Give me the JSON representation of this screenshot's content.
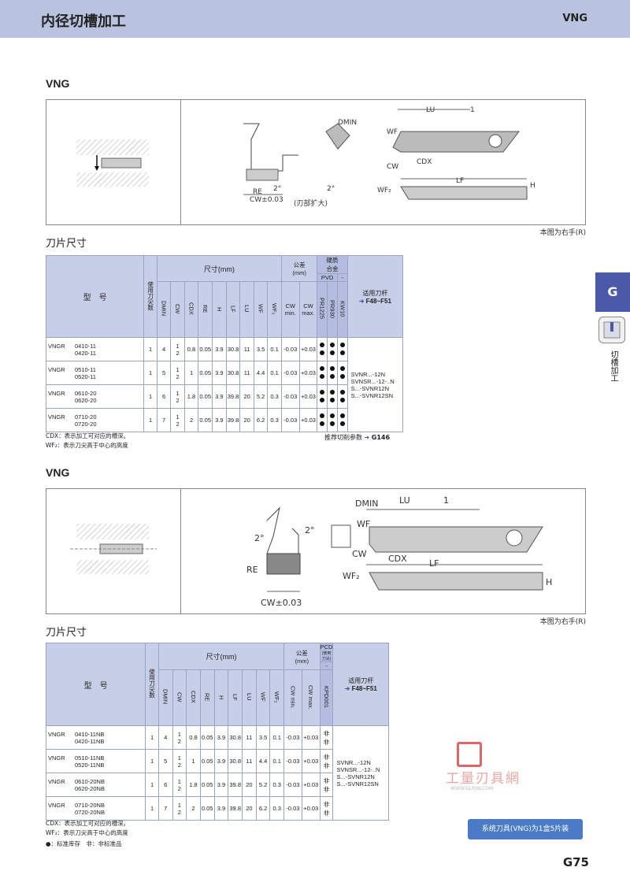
{
  "header": {
    "title": "内径切槽加工",
    "code": "VNG"
  },
  "section1": {
    "heading": "VNG",
    "diagram_note": "(刃部扩大)",
    "labels": {
      "lu": "LU",
      "one": "1",
      "dmin": "DMIN",
      "wf": "WF",
      "cw": "CW",
      "cdx": "CDX",
      "lf": "LF",
      "h": "H",
      "wf2": "WF₂",
      "re": "RE",
      "cw_tol": "CW±0.03",
      "deg2a": "2°",
      "deg2b": "2°"
    },
    "hand_note": "本图为右手(R)",
    "table_title": "刀片尺寸",
    "table": {
      "h_model": "型　号",
      "h_corners": "使用刀尖数",
      "h_dims": "尺寸(mm)",
      "h_tol": "公差\n(mm)",
      "h_grade": "硬质\n合金",
      "h_pvd": "PVD",
      "h_dash": "-",
      "h_holder": "适用刀杆",
      "holder_ref": "F48~F51",
      "cols": [
        "DMIN",
        "CW",
        "CDX",
        "RE",
        "H",
        "LF",
        "LU",
        "WF",
        "WF₂"
      ],
      "tol_cols": [
        "CW\nmin.",
        "CW\nmax."
      ],
      "grade_cols": [
        "PR1225",
        "PR930",
        "KW10"
      ],
      "rows": [
        {
          "m1": "0410-11",
          "m2": "0420-11",
          "corners": "1",
          "dmin": "4",
          "cw": [
            "1",
            "2"
          ],
          "cdx": "0.8",
          "re": "0.05",
          "h": "3.9",
          "lf": "30.8",
          "lu": "11",
          "wf": "3.5",
          "wf2": "0.1",
          "cwmin": "-0.03",
          "cwmax": "+0.03"
        },
        {
          "m1": "0510-11",
          "m2": "0520-11",
          "corners": "1",
          "dmin": "5",
          "cw": [
            "1",
            "2"
          ],
          "cdx": "1",
          "re": "0.05",
          "h": "3.9",
          "lf": "30.8",
          "lu": "11",
          "wf": "4.4",
          "wf2": "0.1",
          "cwmin": "-0.03",
          "cwmax": "+0.03"
        },
        {
          "m1": "0610-20",
          "m2": "0620-20",
          "corners": "1",
          "dmin": "6",
          "cw": [
            "1",
            "2"
          ],
          "cdx": "1.8",
          "re": "0.05",
          "h": "3.9",
          "lf": "39.8",
          "lu": "20",
          "wf": "5.2",
          "wf2": "0.3",
          "cwmin": "-0.03",
          "cwmax": "+0.03"
        },
        {
          "m1": "0710-20",
          "m2": "0720-20",
          "corners": "1",
          "dmin": "7",
          "cw": [
            "1",
            "2"
          ],
          "cdx": "2",
          "re": "0.05",
          "h": "3.9",
          "lf": "39.8",
          "lu": "20",
          "wf": "6.2",
          "wf2": "0.3",
          "cwmin": "-0.03",
          "cwmax": "+0.03"
        }
      ],
      "prefix": "VNGR",
      "holders": [
        "SVNR...-12N",
        "SVNSR...-12-..N",
        "S...-SVNR12N",
        "S...-SVNR12SN"
      ]
    },
    "note_cdx": "CDX：表示加工可对应的槽深。",
    "note_wf2": "WF₂：表示刀尖高于中心的高度",
    "cutting_ref": "推荐切削参数",
    "cutting_page": "G146"
  },
  "section2": {
    "heading": "VNG",
    "hand_note": "本图为右手(R)",
    "table_title": "刀片尺寸",
    "table": {
      "h_model": "型　号",
      "h_corners": "使用刀尖数",
      "h_dims": "尺寸(mm)",
      "h_tol": "公差\n(mm)",
      "h_pcd": "PCD",
      "h_pcd_sub": "(使用刀尖)",
      "h_dash": "-",
      "h_holder": "适用刀杆",
      "holder_ref": "F48~F51",
      "cols": [
        "DMIN",
        "CW",
        "CDX",
        "RE",
        "H",
        "LF",
        "LU",
        "WF",
        "WF₂"
      ],
      "tol_cols": [
        "CW min.",
        "CW max."
      ],
      "grade_cols": [
        "KPD001"
      ],
      "rows": [
        {
          "m1": "0410-11NB",
          "m2": "0420-11NB",
          "corners": "1",
          "dmin": "4",
          "cw": [
            "1",
            "2"
          ],
          "cdx": "0.8",
          "re": "0.05",
          "h": "3.9",
          "lf": "30.8",
          "lu": "11",
          "wf": "3.5",
          "wf2": "0.1",
          "cwmin": "-0.03",
          "cwmax": "+0.03"
        },
        {
          "m1": "0510-11NB",
          "m2": "0520-11NB",
          "corners": "1",
          "dmin": "5",
          "cw": [
            "1",
            "2"
          ],
          "cdx": "1",
          "re": "0.05",
          "h": "3.9",
          "lf": "30.8",
          "lu": "11",
          "wf": "4.4",
          "wf2": "0.1",
          "cwmin": "-0.03",
          "cwmax": "+0.03"
        },
        {
          "m1": "0610-20NB",
          "m2": "0620-20NB",
          "corners": "1",
          "dmin": "6",
          "cw": [
            "1",
            "2"
          ],
          "cdx": "1.8",
          "re": "0.05",
          "h": "3.9",
          "lf": "39.8",
          "lu": "20",
          "wf": "5.2",
          "wf2": "0.3",
          "cwmin": "-0.03",
          "cwmax": "+0.03"
        },
        {
          "m1": "0710-20NB",
          "m2": "0720-20NB",
          "corners": "1",
          "dmin": "7",
          "cw": [
            "1",
            "2"
          ],
          "cdx": "2",
          "re": "0.05",
          "h": "3.9",
          "lf": "39.8",
          "lu": "20",
          "wf": "6.2",
          "wf2": "0.3",
          "cwmin": "-0.03",
          "cwmax": "+0.03"
        }
      ],
      "prefix": "VNGR",
      "mark": "非",
      "holders": [
        "SVNR...-12N",
        "SVNSR...-12-..N",
        "S...-SVNR12N",
        "S...-SVNR12SN"
      ]
    },
    "note_cdx": "CDX：表示加工可对应的槽深。",
    "note_wf2": "WF₂：表示刀尖高于中心的高度",
    "legend": "●：标准库存　非：非标准品"
  },
  "side": {
    "tab": "G",
    "label": "切槽加工"
  },
  "footer": {
    "button": "系统刀具(VNG)为1盒5片装",
    "page": "G75"
  },
  "watermark": {
    "text": "工量刃具網",
    "url": "WWW.GLRJW.COM"
  }
}
